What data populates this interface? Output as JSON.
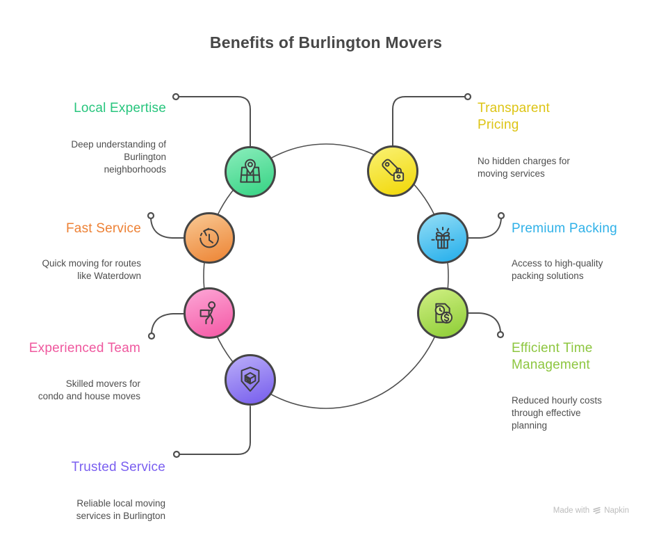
{
  "title": "Benefits of Burlington Movers",
  "colors": {
    "line": "#4f4f4f",
    "text": "#4d4d4d",
    "title": "#474747",
    "watermark": "#bcbcbc"
  },
  "items": [
    {
      "label": "Local Expertise",
      "desc": "Deep understanding of\nBurlington\nneighborhoods",
      "color": "#27c57d",
      "grad_start": "#86ecb9",
      "grad_end": "#3dd588",
      "icon": "map-pin-icon"
    },
    {
      "label": "Transparent\nPricing",
      "desc": "No hidden charges for\nmoving services",
      "color": "#ddc414",
      "grad_start": "#f9f06e",
      "grad_end": "#f2da10",
      "icon": "price-tag-lock-icon"
    },
    {
      "label": "Fast Service",
      "desc": "Quick moving for routes\nlike Waterdown",
      "color": "#ed8135",
      "grad_start": "#f8c58f",
      "grad_end": "#ee8a3c",
      "icon": "clock-history-icon"
    },
    {
      "label": "Premium Packing",
      "desc": "Access to high-quality\npacking solutions",
      "color": "#2fb1e8",
      "grad_start": "#8fdcf6",
      "grad_end": "#2db2ec",
      "icon": "gift-icon"
    },
    {
      "label": "Experienced Team",
      "desc": "Skilled movers for\ncondo and house moves",
      "color": "#ef589e",
      "grad_start": "#fca3d4",
      "grad_end": "#f55fa9",
      "icon": "mover-carrying-box-icon"
    },
    {
      "label": "Efficient Time\nManagement",
      "desc": "Reduced hourly costs\nthrough effective\nplanning",
      "color": "#8dc63f",
      "grad_start": "#cdee80",
      "grad_end": "#93d03c",
      "icon": "invoice-time-icon"
    },
    {
      "label": "Trusted Service",
      "desc": "Reliable local moving\nservices in Burlington",
      "color": "#7a5ff0",
      "grad_start": "#b7aaf8",
      "grad_end": "#7c64ee",
      "icon": "shield-box-icon"
    }
  ],
  "watermark": {
    "prefix": "Made with",
    "brand": "Napkin"
  }
}
